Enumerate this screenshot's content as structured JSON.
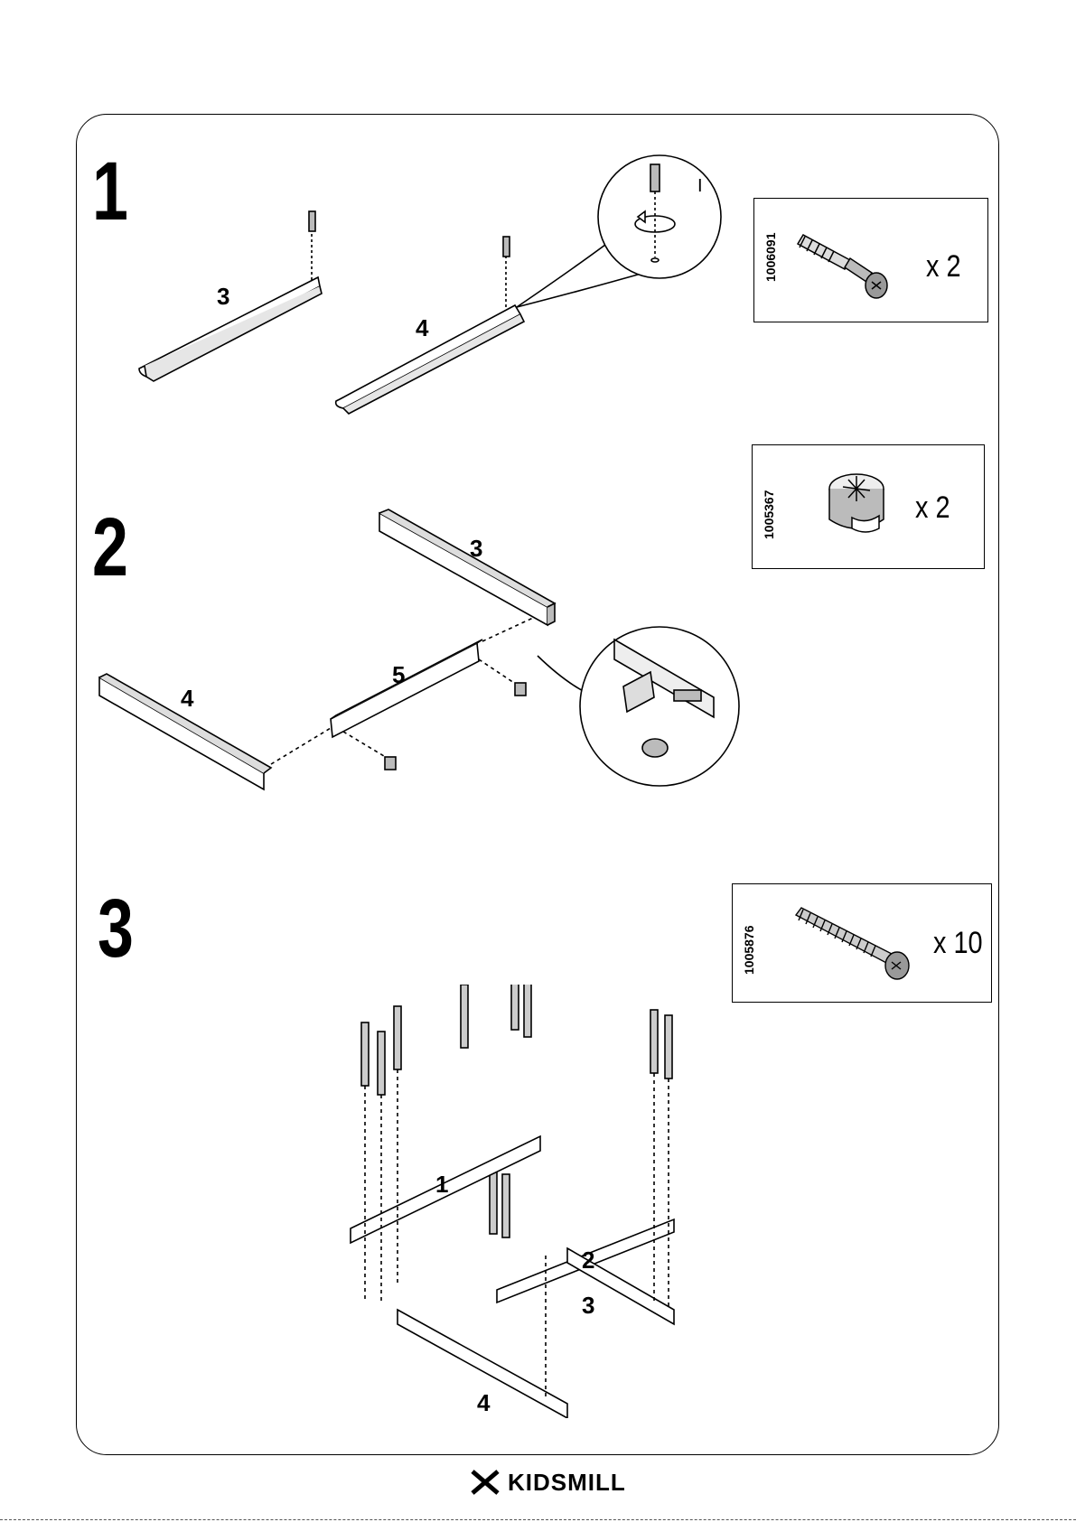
{
  "steps": [
    {
      "number": "1",
      "parts": [
        "3",
        "4"
      ],
      "zoom_mark": "I"
    },
    {
      "number": "2",
      "parts": [
        "3",
        "4",
        "5"
      ]
    },
    {
      "number": "3",
      "parts": [
        "1",
        "2",
        "3",
        "4"
      ]
    }
  ],
  "hardware": [
    {
      "code": "1006091",
      "quantity": "x 2",
      "icon": "cam-bolt-icon"
    },
    {
      "code": "1005367",
      "quantity": "x 2",
      "icon": "cam-lock-icon"
    },
    {
      "code": "1005876",
      "quantity": "x 10",
      "icon": "screw-icon"
    }
  ],
  "footer": {
    "brand": "KIDSMILL",
    "logo": "kidsmill-logo-icon"
  }
}
